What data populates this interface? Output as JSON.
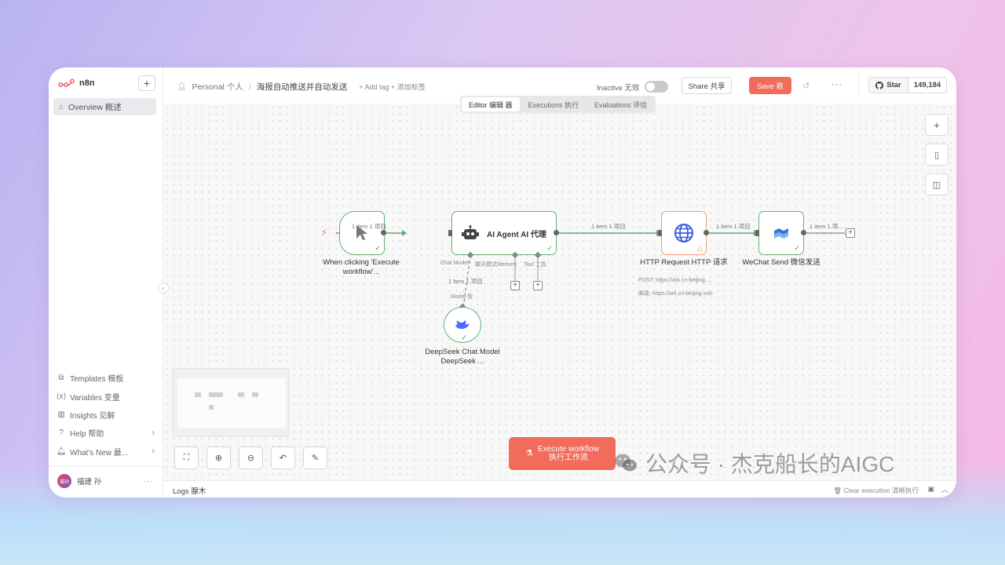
{
  "app": {
    "name": "n8n"
  },
  "sidebar": {
    "add_label": "+",
    "overview": "Overview  概述",
    "items": [
      {
        "label": "Templates  模板",
        "icon": "templates-icon",
        "chevron": ""
      },
      {
        "label": "Variables  变量",
        "icon": "variables-icon",
        "chevron": ""
      },
      {
        "label": "Insights  见解",
        "icon": "insights-icon",
        "chevron": ""
      },
      {
        "label": "Help  帮助",
        "icon": "help-icon",
        "chevron": "›"
      },
      {
        "label": "What's New  最...",
        "icon": "bell-icon",
        "chevron": "›"
      }
    ],
    "user": {
      "avatar_text": "福孙",
      "name": "福建 孙",
      "more": "···"
    },
    "collapse": "‹"
  },
  "header": {
    "personal": "Personal  个人",
    "separator": "/",
    "workflow_name": "海报自动推送并自动发送",
    "add_tag": "+ Add tag  + 添加标签",
    "inactive": "Inactive  无效",
    "share": "Share  共享",
    "save": "Save  救",
    "more": "···",
    "star": "Star",
    "star_count": "149,184"
  },
  "tabs": [
    {
      "label": "Editor  编辑 器",
      "active": true
    },
    {
      "label": "Executions  执行",
      "active": false
    },
    {
      "label": "Evaluations  评估",
      "active": false
    }
  ],
  "canvas": {
    "nodes": {
      "trigger": {
        "label": "When clicking 'Execute workflow'..."
      },
      "agent": {
        "label": "AI Agent  AI 代理",
        "sub_chat": "Chat Model",
        "sub_memory": "聊天模式Memory",
        "sub_tool": "Tool  工具"
      },
      "http": {
        "label": "HTTP Request  HTTP 请求",
        "line1": "POST: https://ark.cn-beijing....",
        "line2": "邮政:  https://ark.cn-beijing.volc"
      },
      "wechat": {
        "label": "WeChat Send  微信发送"
      },
      "deepseek": {
        "label": "DeepSeek Chat Model  DeepSeek ...",
        "model_label": "Model  型"
      }
    },
    "edge_labels": {
      "e1": "1 item  1 项目",
      "e2": "1 item  1 项目",
      "e3": "1 item  1 项目",
      "e4": "1 item  1 项...",
      "e5": "1 item  1 项目"
    },
    "execute": "Execute workflow\n执行工作流"
  },
  "logs": {
    "title": "Logs  腺木",
    "clear": "Clear execution  清晰执行"
  },
  "watermark": "公众号 · 杰克船长的AIGC",
  "colors": {
    "accent": "#f26b5b",
    "node_border": "#67b06f",
    "success": "#3d9b48"
  }
}
